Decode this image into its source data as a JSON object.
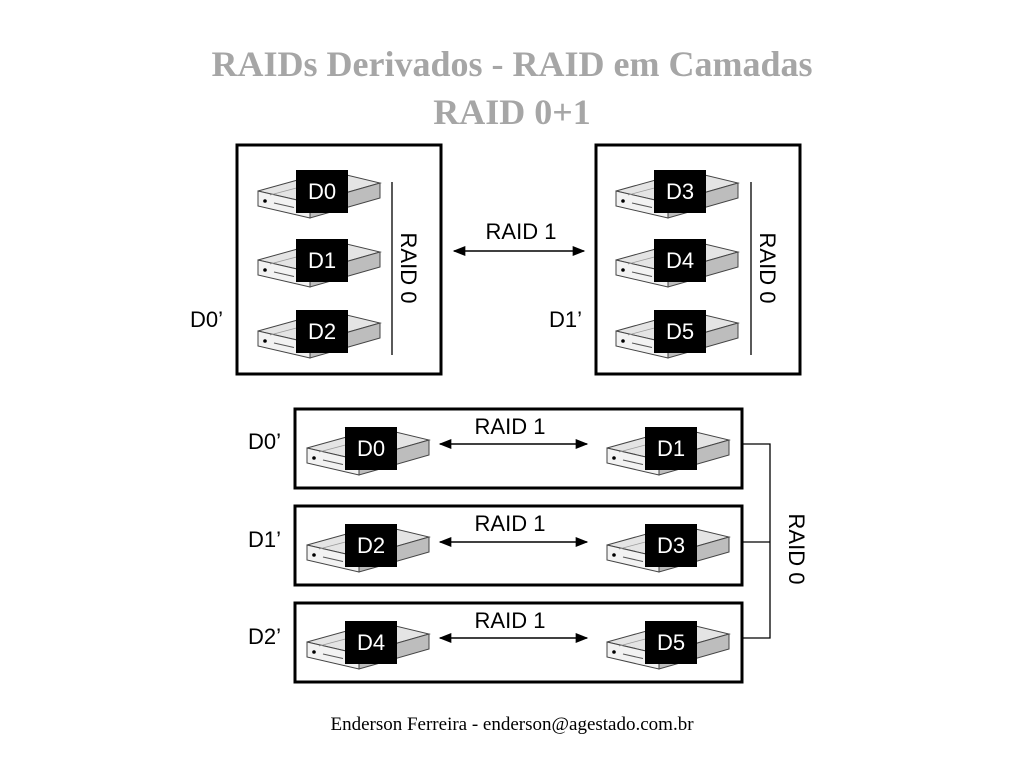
{
  "title": {
    "line1": "RAIDs Derivados - RAID em Camadas",
    "line2": "RAID 0+1"
  },
  "top": {
    "groups": [
      {
        "name": "D0’",
        "level": "RAID 0",
        "disks": [
          "D0",
          "D1",
          "D2"
        ]
      },
      {
        "name": "D1’",
        "level": "RAID 0",
        "disks": [
          "D3",
          "D4",
          "D5"
        ]
      }
    ],
    "link": "RAID 1"
  },
  "bottom": {
    "pairs": [
      {
        "name": "D0’",
        "link": "RAID 1",
        "disks": [
          "D0",
          "D1"
        ]
      },
      {
        "name": "D1’",
        "link": "RAID 1",
        "disks": [
          "D2",
          "D3"
        ]
      },
      {
        "name": "D2’",
        "link": "RAID 1",
        "disks": [
          "D4",
          "D5"
        ]
      }
    ],
    "level": "RAID 0"
  },
  "footer": "Enderson Ferreira - enderson@agestado.com.br"
}
